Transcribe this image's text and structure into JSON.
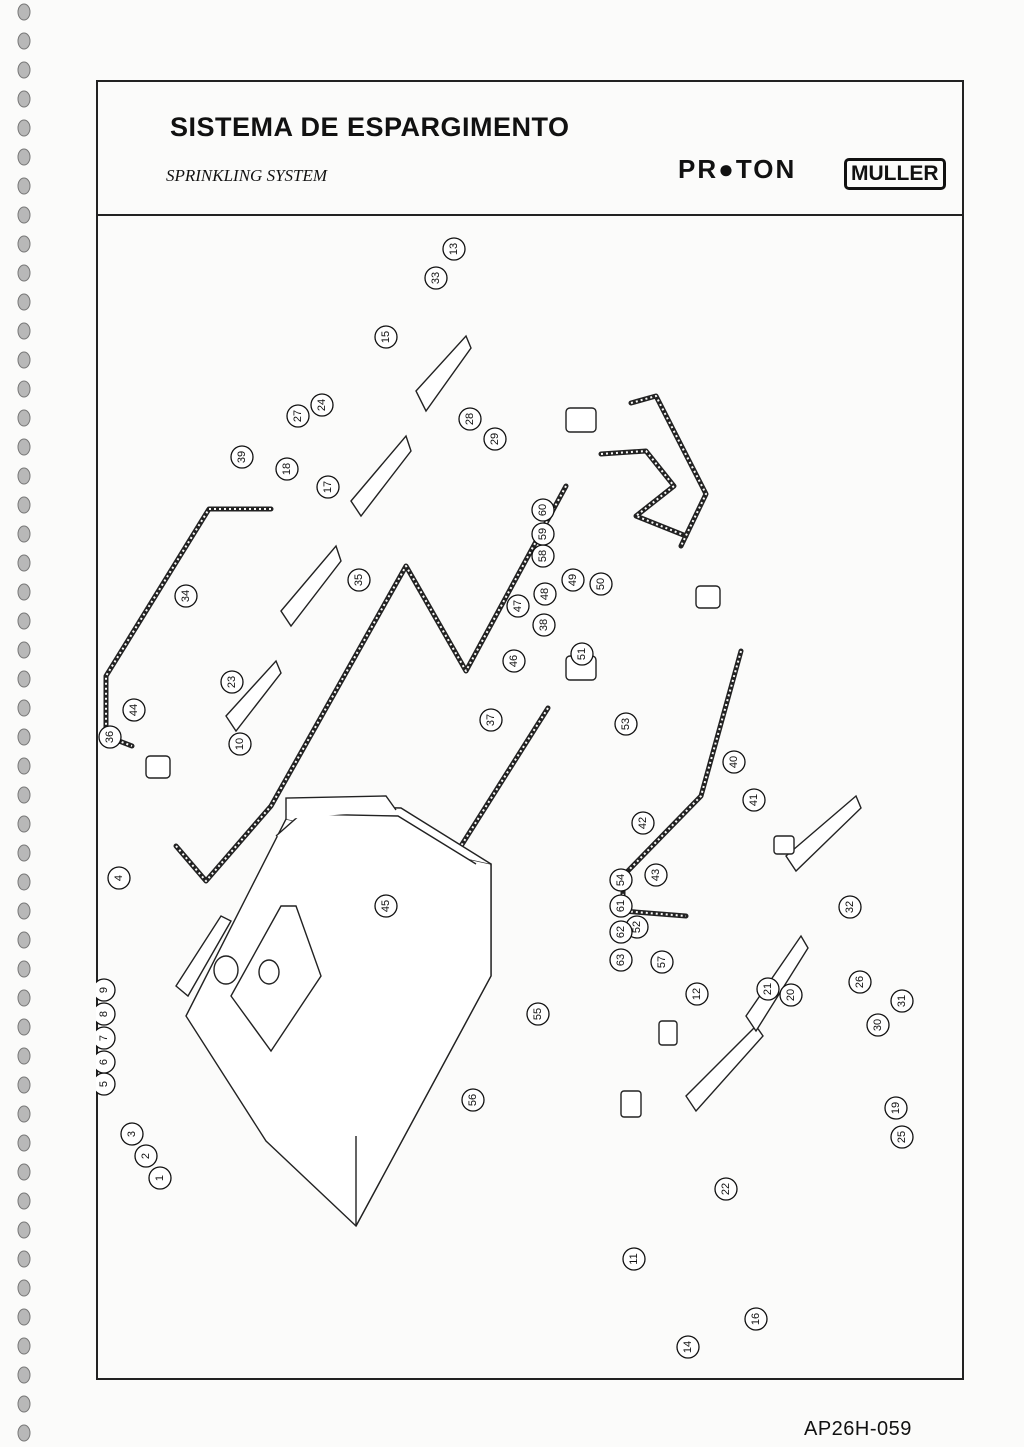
{
  "header": {
    "title": "SISTEMA DE ESPARGIMENTO",
    "subtitle": "SPRINKLING SYSTEM",
    "brand_name": "PR●TON",
    "brand_box": "MULLER"
  },
  "footer": {
    "document_code": "AP26H-059"
  },
  "part_numbers": [
    "1",
    "2",
    "3",
    "4",
    "5",
    "6",
    "7",
    "8",
    "9",
    "10",
    "11",
    "12",
    "13",
    "14",
    "15",
    "16",
    "17",
    "18",
    "19",
    "20",
    "21",
    "22",
    "23",
    "24",
    "25",
    "26",
    "27",
    "28",
    "29",
    "30",
    "31",
    "32",
    "33",
    "34",
    "35",
    "36",
    "37",
    "38",
    "39",
    "40",
    "41",
    "42",
    "43",
    "44",
    "45",
    "46",
    "47",
    "48",
    "49",
    "50",
    "51",
    "52",
    "53",
    "54",
    "55",
    "56",
    "57",
    "58",
    "59",
    "60",
    "61",
    "62",
    "63"
  ],
  "colors": {
    "ink": "#111111",
    "paper": "#fbfbfa"
  }
}
